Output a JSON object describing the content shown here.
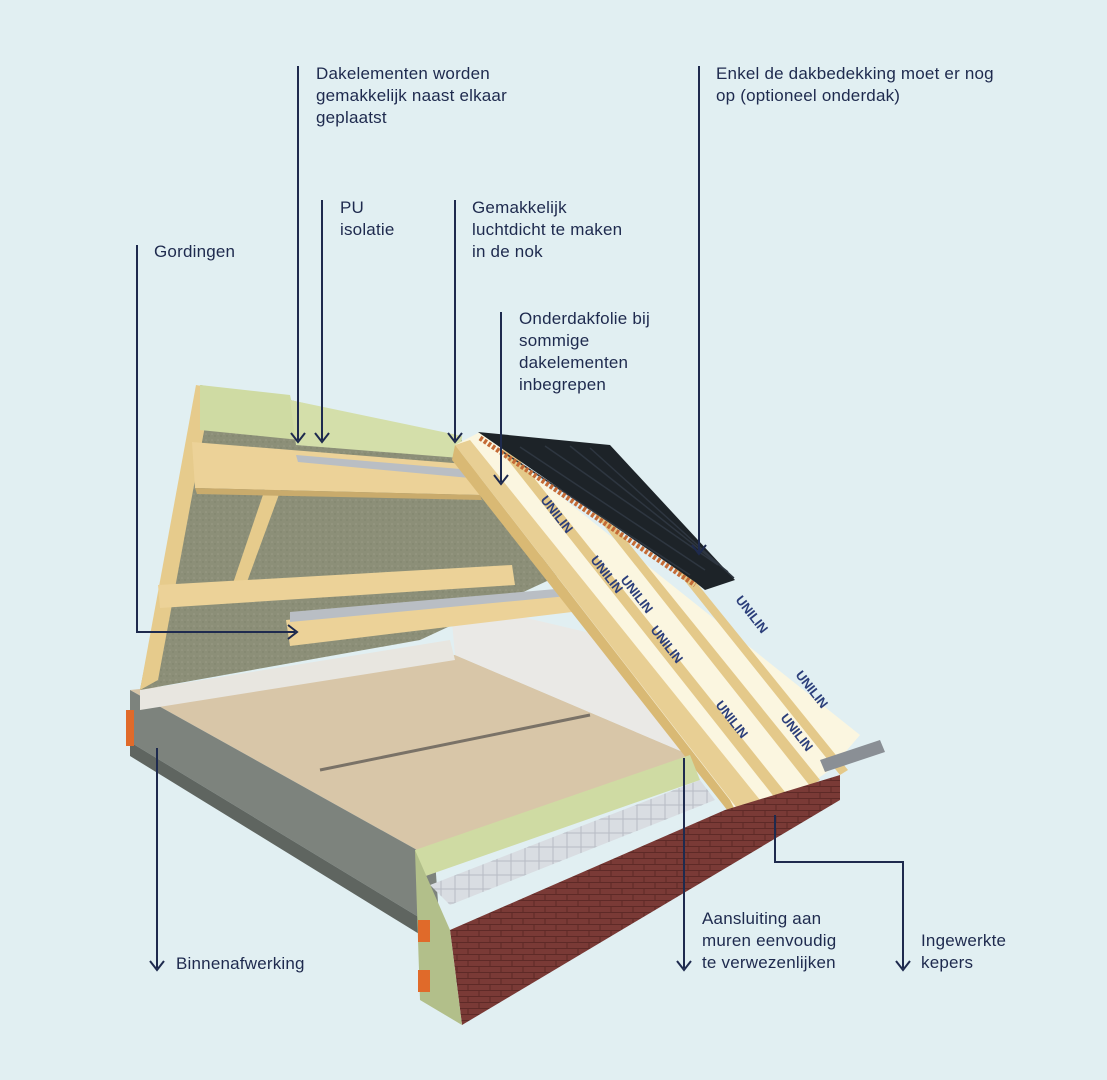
{
  "callouts": {
    "dakelementen": [
      "Dakelementen worden",
      "gemakkelijk naast elkaar",
      "geplaatst"
    ],
    "dakbedekking": [
      "Enkel de dakbedekking moet er nog",
      "op (optioneel onderdak)"
    ],
    "pu_isolatie": [
      "PU",
      "isolatie"
    ],
    "luchtdicht": [
      "Gemakkelijk",
      "luchtdicht te maken",
      "in de nok"
    ],
    "gordingen": [
      "Gordingen"
    ],
    "onderdakfolie": [
      "Onderdakfolie bij",
      "sommige",
      "dakelementen",
      "inbegrepen"
    ],
    "binnenafwerking": [
      "Binnenafwerking"
    ],
    "aansluiting": [
      "Aansluiting aan",
      "muren eenvoudig",
      "te verwezenlijken"
    ],
    "kepers": [
      "Ingewerkte",
      "kepers"
    ]
  },
  "panel_brand": "UNILIN",
  "colors": {
    "background": "#e1eff2",
    "leader": "#1e2a4e",
    "wood": "#e8cf94",
    "insulation_panel": "#fbf6e0",
    "mineral_wool": "#8a8c76",
    "roof_tiles": "#1d2328",
    "brick": "#7a3a36",
    "floor": "#d8c6a8",
    "green_board": "#cfdba3"
  }
}
